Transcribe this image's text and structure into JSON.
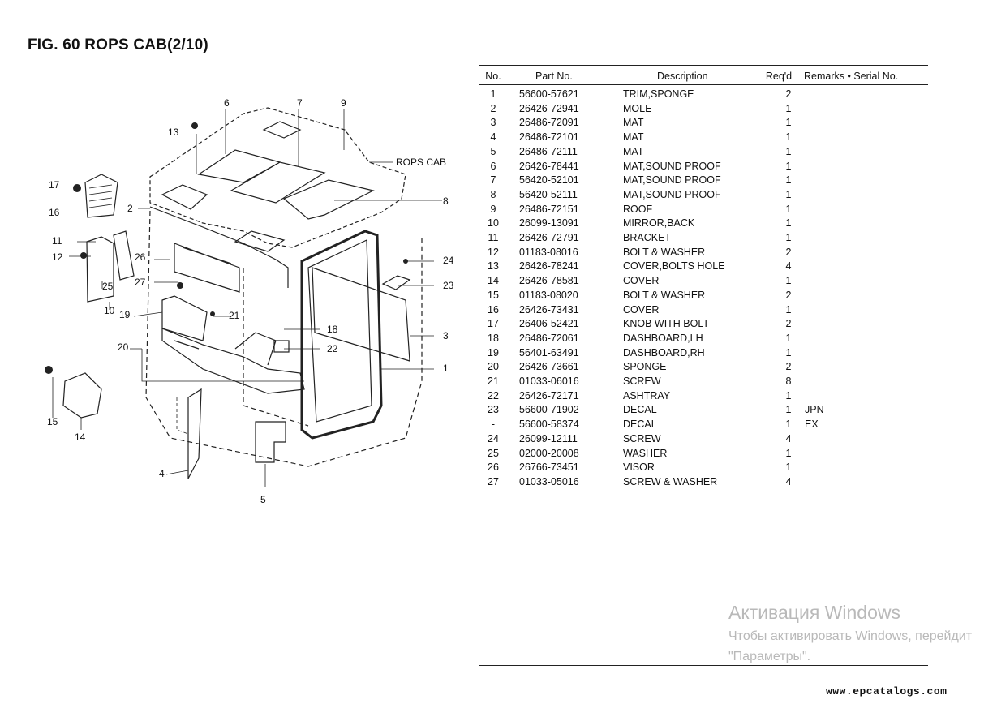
{
  "title": "FIG. 60   ROPS CAB(2/10)",
  "diagram": {
    "label_rops_cab": "ROPS CAB",
    "callouts": [
      "1",
      "2",
      "3",
      "4",
      "5",
      "6",
      "7",
      "8",
      "9",
      "10",
      "11",
      "12",
      "13",
      "14",
      "15",
      "16",
      "17",
      "18",
      "19",
      "20",
      "21",
      "22",
      "23",
      "24",
      "25",
      "26",
      "27"
    ]
  },
  "table": {
    "headers": {
      "no": "No.",
      "part": "Part No.",
      "desc": "Description",
      "req": "Req'd",
      "remarks": "Remarks • Serial No."
    },
    "rows": [
      {
        "no": "1",
        "part": "56600-57621",
        "desc": "TRIM,SPONGE",
        "req": "2",
        "remarks": ""
      },
      {
        "no": "2",
        "part": "26426-72941",
        "desc": "MOLE",
        "req": "1",
        "remarks": ""
      },
      {
        "no": "3",
        "part": "26486-72091",
        "desc": "MAT",
        "req": "1",
        "remarks": ""
      },
      {
        "no": "4",
        "part": "26486-72101",
        "desc": "MAT",
        "req": "1",
        "remarks": ""
      },
      {
        "no": "5",
        "part": "26486-72111",
        "desc": "MAT",
        "req": "1",
        "remarks": ""
      },
      {
        "no": "6",
        "part": "26426-78441",
        "desc": "MAT,SOUND PROOF",
        "req": "1",
        "remarks": ""
      },
      {
        "no": "7",
        "part": "56420-52101",
        "desc": "MAT,SOUND PROOF",
        "req": "1",
        "remarks": ""
      },
      {
        "no": "8",
        "part": "56420-52111",
        "desc": "MAT,SOUND PROOF",
        "req": "1",
        "remarks": ""
      },
      {
        "no": "9",
        "part": "26486-72151",
        "desc": "ROOF",
        "req": "1",
        "remarks": ""
      },
      {
        "no": "10",
        "part": "26099-13091",
        "desc": "MIRROR,BACK",
        "req": "1",
        "remarks": ""
      },
      {
        "no": "11",
        "part": "26426-72791",
        "desc": "BRACKET",
        "req": "1",
        "remarks": ""
      },
      {
        "no": "12",
        "part": "01183-08016",
        "desc": "BOLT & WASHER",
        "req": "2",
        "remarks": ""
      },
      {
        "no": "13",
        "part": "26426-78241",
        "desc": "COVER,BOLTS HOLE",
        "req": "4",
        "remarks": ""
      },
      {
        "no": "14",
        "part": "26426-78581",
        "desc": "COVER",
        "req": "1",
        "remarks": ""
      },
      {
        "no": "15",
        "part": "01183-08020",
        "desc": "BOLT & WASHER",
        "req": "2",
        "remarks": ""
      },
      {
        "no": "16",
        "part": "26426-73431",
        "desc": "COVER",
        "req": "1",
        "remarks": ""
      },
      {
        "no": "17",
        "part": "26406-52421",
        "desc": "KNOB WITH BOLT",
        "req": "2",
        "remarks": ""
      },
      {
        "no": "18",
        "part": "26486-72061",
        "desc": "DASHBOARD,LH",
        "req": "1",
        "remarks": ""
      },
      {
        "no": "19",
        "part": "56401-63491",
        "desc": "DASHBOARD,RH",
        "req": "1",
        "remarks": ""
      },
      {
        "no": "20",
        "part": "26426-73661",
        "desc": "SPONGE",
        "req": "2",
        "remarks": ""
      },
      {
        "no": "21",
        "part": "01033-06016",
        "desc": "SCREW",
        "req": "8",
        "remarks": ""
      },
      {
        "no": "22",
        "part": "26426-72171",
        "desc": "ASHTRAY",
        "req": "1",
        "remarks": ""
      },
      {
        "no": "23",
        "part": "56600-71902",
        "desc": "DECAL",
        "req": "1",
        "remarks": "JPN"
      },
      {
        "no": "-",
        "part": "56600-58374",
        "desc": "DECAL",
        "req": "1",
        "remarks": "EX"
      },
      {
        "no": "24",
        "part": "26099-12111",
        "desc": "SCREW",
        "req": "4",
        "remarks": ""
      },
      {
        "no": "25",
        "part": "02000-20008",
        "desc": "WASHER",
        "req": "1",
        "remarks": ""
      },
      {
        "no": "26",
        "part": "26766-73451",
        "desc": "VISOR",
        "req": "1",
        "remarks": ""
      },
      {
        "no": "27",
        "part": "01033-05016",
        "desc": "SCREW & WASHER",
        "req": "4",
        "remarks": ""
      }
    ]
  },
  "watermark": {
    "title": "Активация Windows",
    "line1": "Чтобы активировать Windows, перейдит",
    "line2": "\"Параметры\"."
  },
  "site": "www.epcatalogs.com"
}
